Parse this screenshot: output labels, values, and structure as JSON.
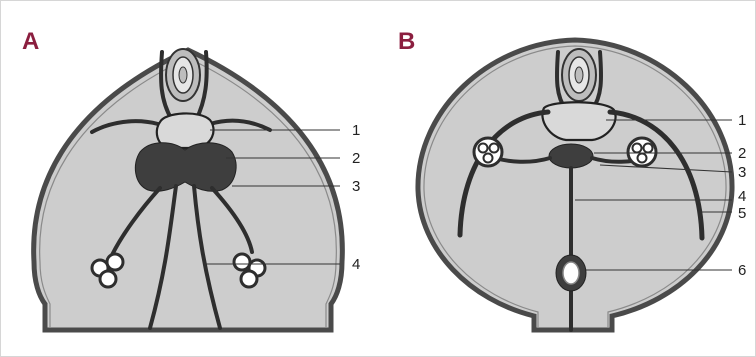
{
  "colors": {
    "label_accent": "#8b1e3f",
    "tissue": "#cdcdcd",
    "structure": "#3e3e3e"
  },
  "panels": [
    {
      "letter": "A",
      "labels": [
        "1",
        "2",
        "3",
        "4"
      ]
    },
    {
      "letter": "B",
      "labels": [
        "1",
        "2",
        "3",
        "4",
        "5",
        "6"
      ]
    }
  ]
}
